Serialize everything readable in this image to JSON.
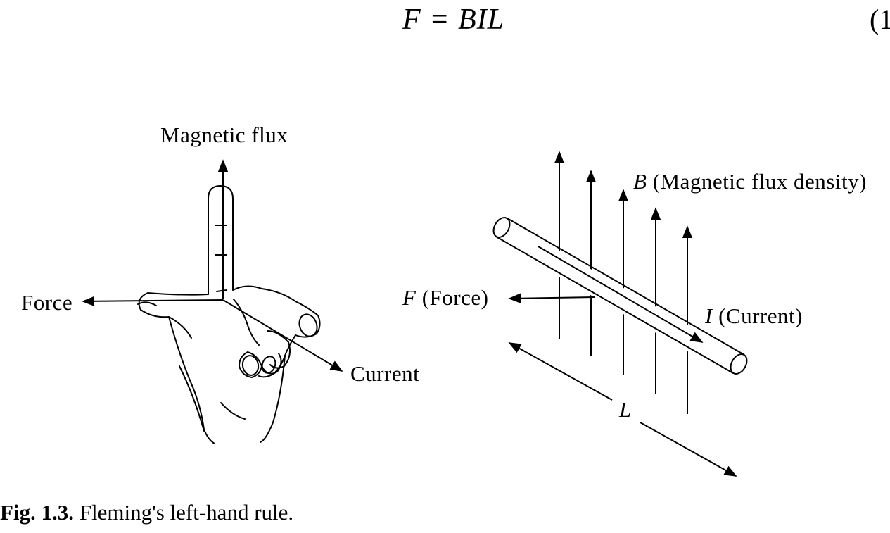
{
  "equation": {
    "text": "F = BIL",
    "number": "(1"
  },
  "hand_diagram": {
    "magnetic_flux_label": "Magnetic flux",
    "force_label": "Force",
    "current_label": "Current"
  },
  "conductor_diagram": {
    "b_symbol": "B",
    "b_text": "(Magnetic flux density)",
    "f_symbol": "F",
    "f_text": "(Force)",
    "i_symbol": "I",
    "i_text": "(Current)",
    "l_symbol": "L"
  },
  "caption": {
    "fig_number": "Fig. 1.3.",
    "text": "Fleming's left-hand rule."
  }
}
